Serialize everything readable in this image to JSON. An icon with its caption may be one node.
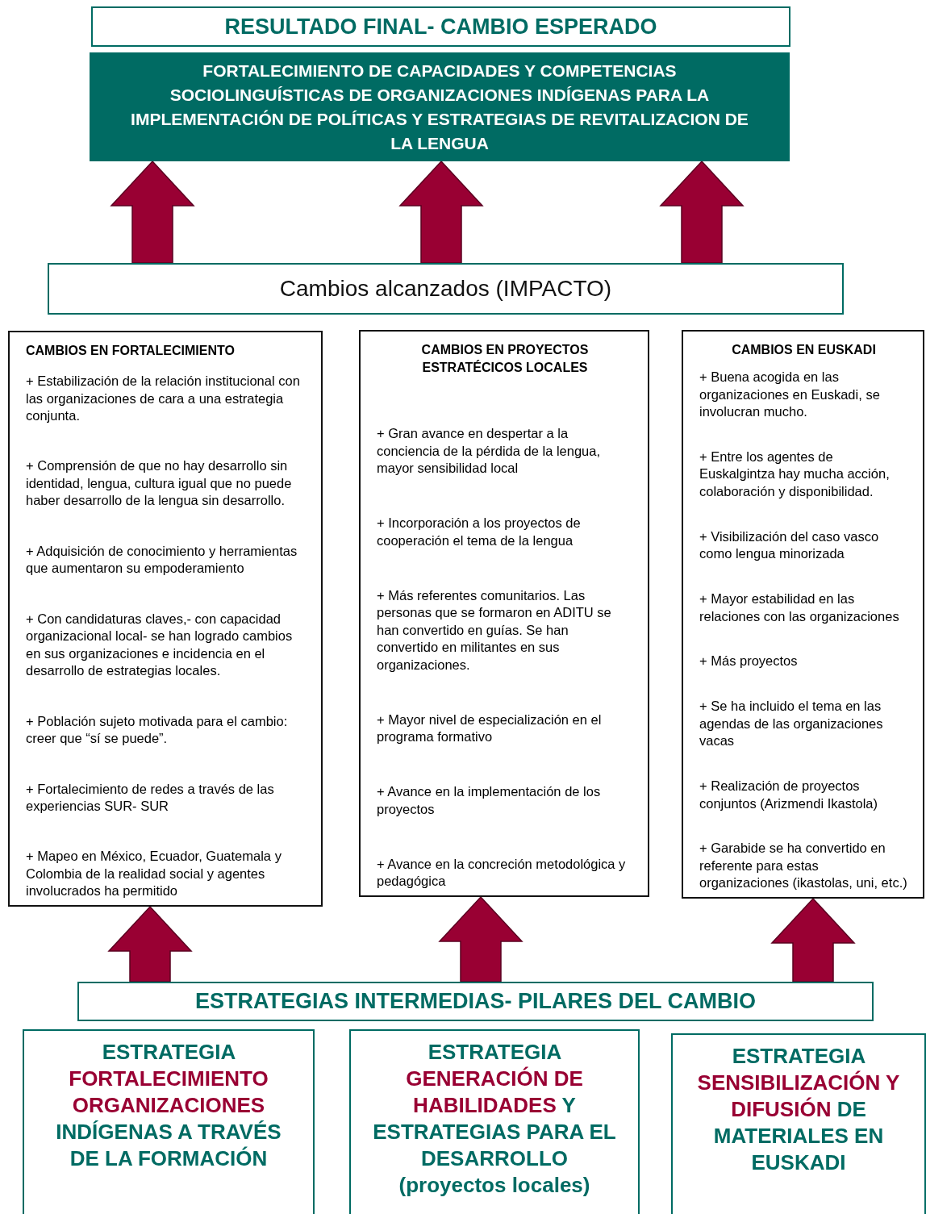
{
  "diagram": {
    "nodes": [
      {
        "text": [
          "RESULTADO FINAL- CAMBIO ESPERADO"
        ]
      },
      {
        "text": [
          "FORTALECIMIENTO DE CAPACIDADES Y COMPETENCIAS SOCIOLINGUÍSTICAS DE ORGANIZACIONES INDÍGENAS PARA LA IMPLEMENTACIÓN DE POLÍTICAS Y ESTRATEGIAS DE REVITALIZACION DE LA LENGUA"
        ]
      },
      {
        "text": [
          "Cambios alcanzados (IMPACTO)"
        ]
      },
      {
        "text": [
          "CAMBIOS EN FORTALECIMIENTO",
          "+ Estabilización de la relación institucional con las organizaciones de cara a una estrategia conjunta.",
          "+  Comprensión de que no hay desarrollo sin identidad, lengua, cultura igual que no puede haber desarrollo de la lengua sin desarrollo.",
          "+ Adquisición de conocimiento y herramientas que aumentaron su empoderamiento",
          "+ Con candidaturas claves,- con capacidad organizacional local- se han logrado cambios en sus organizaciones e incidencia en el desarrollo de estrategias locales.",
          "+  Población sujeto motivada para el cambio: creer que “sí se puede”.",
          "+ Fortalecimiento de redes a través de las experiencias SUR- SUR",
          "+ Mapeo en México, Ecuador, Guatemala y Colombia de la realidad social y agentes involucrados ha permitido"
        ]
      },
      {
        "text": [
          "CAMBIOS EN PROYECTOS ESTRATÉCICOS LOCALES",
          "+ Gran avance en despertar a la conciencia  de la pérdida de la lengua, mayor sensibilidad local",
          "+  Incorporación a los proyectos de cooperación el tema de la lengua",
          "+ Más referentes comunitarios. Las personas que se formaron en ADITU se han convertido en guías. Se han convertido en militantes en sus organizaciones.",
          "+  Mayor nivel de especialización en el programa formativo",
          "+ Avance en la implementación de los proyectos",
          "+ Avance en la concreción metodológica y pedagógica"
        ]
      },
      {
        "text": [
          "CAMBIOS EN EUSKADI",
          "+ Buena acogida en las organizaciones en Euskadi, se involucran mucho.",
          "+ Entre los agentes de Euskalgintza hay mucha acción, colaboración y disponibilidad.",
          "+ Visibilización del caso vasco como lengua minorizada",
          "+ Mayor estabilidad en las relaciones con las organizaciones",
          "+ Más proyectos",
          "+ Se ha incluido el tema en las agendas de las organizaciones vacas",
          "+ Realización de proyectos conjuntos (Arizmendi Ikastola)",
          "+ Garabide se ha convertido en referente para estas organizaciones (ikastolas, uni, etc.)"
        ]
      },
      {
        "text": [
          "ESTRATEGIAS INTERMEDIAS- PILARES DEL CAMBIO"
        ]
      },
      {
        "text": [
          "ESTRATEGIA",
          "FORTALECIMIENTO ORGANIZACIONES",
          "INDÍGENAS A TRAVÉS DE LA FORMACIÓN"
        ]
      },
      {
        "text": [
          "ESTRATEGIA",
          "GENERACIÓN DE HABILIDADES",
          "Y ESTRATEGIAS PARA EL DESARROLLO (proyectos locales)"
        ]
      },
      {
        "text": [
          "ESTRATEGIA",
          "SENSIBILIZACIÓN Y DIFUSIÓN",
          "DE MATERIALES EN EUSKADI"
        ]
      }
    ],
    "edges": [
      {
        "from": 2,
        "to": 1,
        "arrow": "to",
        "style": "thick"
      },
      {
        "from": 2,
        "to": 1,
        "arrow": "to",
        "style": "thick"
      },
      {
        "from": 2,
        "to": 1,
        "arrow": "to",
        "style": "thick"
      },
      {
        "from": 6,
        "to": 3,
        "arrow": "to",
        "style": "thick"
      },
      {
        "from": 6,
        "to": 4,
        "arrow": "to",
        "style": "thick"
      },
      {
        "from": 6,
        "to": 5,
        "arrow": "to",
        "style": "thick"
      }
    ]
  }
}
